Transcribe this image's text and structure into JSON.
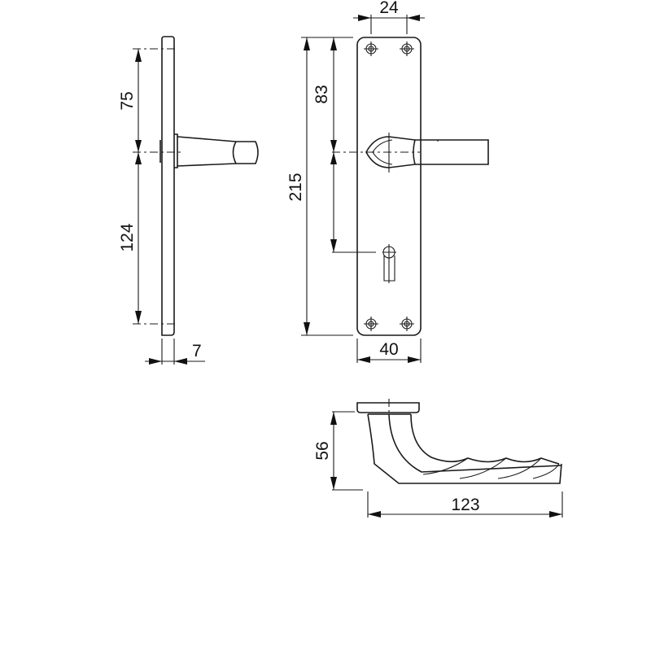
{
  "drawing": {
    "title": "Door lever handle on backplate with keyhole - dimensioned technical drawing",
    "units": "mm",
    "line_color": "#1a1a1a",
    "background": "#ffffff"
  },
  "side_view": {
    "dimensions": {
      "upper": "75",
      "lower": "124",
      "thickness": "7"
    }
  },
  "front_view": {
    "dimensions": {
      "hole_spacing": "24",
      "total_height": "215",
      "to_handle_axis": "83",
      "plate_width": "40"
    }
  },
  "top_view": {
    "dimensions": {
      "projection": "56",
      "handle_length": "123"
    }
  }
}
